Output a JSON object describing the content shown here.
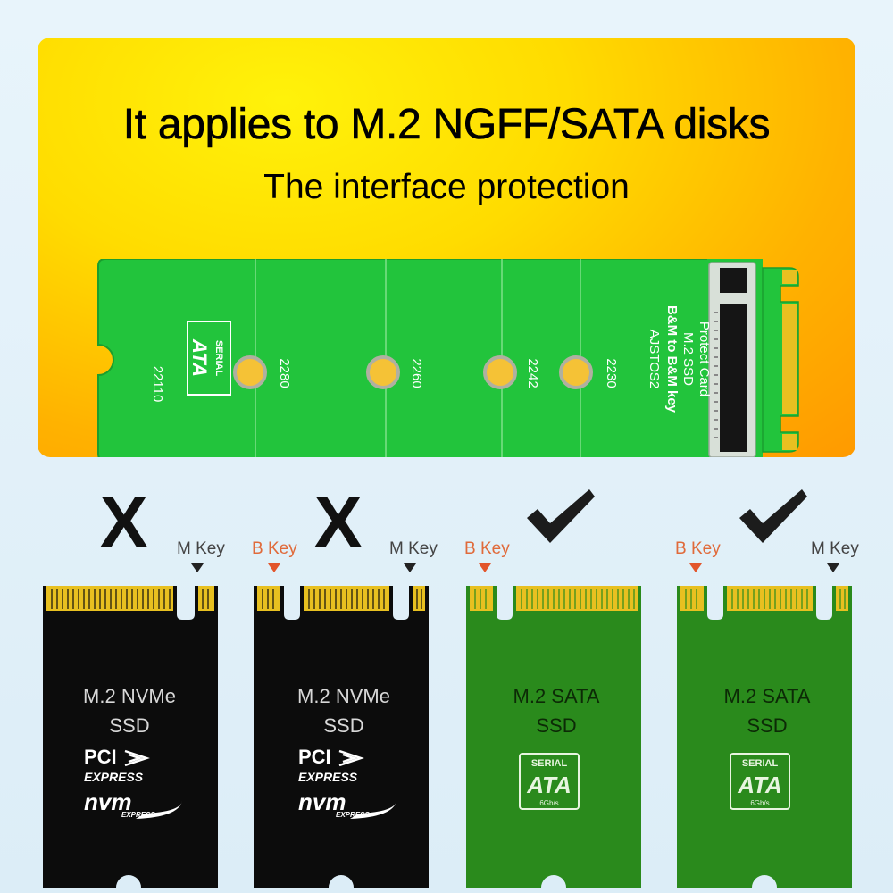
{
  "banner": {
    "title": "It applies to M.2 NGFF/SATA disks",
    "subtitle": "The interface protection"
  },
  "protect_card": {
    "model": "AJSTOS2",
    "line1": "B&M to B&M key",
    "line2": "M.2 SSD",
    "line3": "Protect Card",
    "sizes": [
      "22110",
      "2280",
      "2260",
      "2242",
      "2230"
    ],
    "logo_top": "SERIAL",
    "logo_main": "ATA"
  },
  "keys": {
    "b_key": "B Key",
    "m_key": "M Key"
  },
  "marks": {
    "not_supported": "X"
  },
  "modules": [
    {
      "type": "nvme",
      "supported": false,
      "name": "M.2 NVMe",
      "sub": "SSD",
      "logo1_a": "PCI",
      "logo1_b": "EXPRESS",
      "logo2_a": "nvm",
      "logo2_b": "EXPRESS",
      "color": "#0c0c0c"
    },
    {
      "type": "nvme",
      "supported": false,
      "name": "M.2 NVMe",
      "sub": "SSD",
      "logo1_a": "PCI",
      "logo1_b": "EXPRESS",
      "logo2_a": "nvm",
      "logo2_b": "EXPRESS",
      "color": "#0c0c0c"
    },
    {
      "type": "sata",
      "supported": true,
      "name": "M.2 SATA",
      "sub": "SSD",
      "logo_top": "SERIAL",
      "logo_main": "ATA",
      "logo_speed": "6Gb/s",
      "color": "#2a8a1c"
    },
    {
      "type": "sata",
      "supported": true,
      "name": "M.2 SATA",
      "sub": "SSD",
      "logo_top": "SERIAL",
      "logo_main": "ATA",
      "logo_speed": "6Gb/s",
      "color": "#2a8a1c"
    }
  ],
  "colors": {
    "banner_yellow": "#ffdc00",
    "banner_orange": "#ff9a00",
    "card_green": "#22c43c",
    "module_green": "#2a8a1c",
    "module_black": "#0c0c0c",
    "gold_contacts": "#e8c020",
    "b_key_color": "#e2552b"
  }
}
